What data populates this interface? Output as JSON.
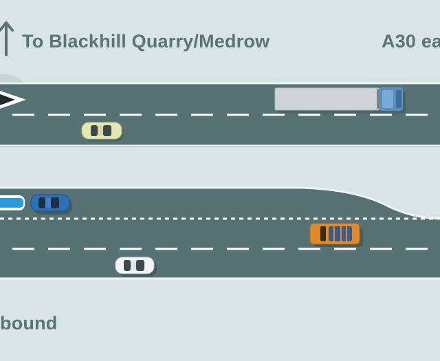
{
  "signs": {
    "north_label": "To Blackhill Quarry/Medrow",
    "east_label": "A30 ea",
    "bottom_label": "bound"
  },
  "icons": {
    "direction_arrow": "up-arrow-icon",
    "chevron": "chevron-left-icon"
  },
  "vehicles": [
    {
      "kind": "truck",
      "color": "#d0d4d6",
      "cab_color": "#5a8fc0",
      "heading": "east"
    },
    {
      "kind": "car",
      "color": "#e6e6b0",
      "heading": "east"
    },
    {
      "kind": "car",
      "color": "#2f6fb8",
      "heading": "east"
    },
    {
      "kind": "van",
      "color": "#e08a2a",
      "heading": "east"
    },
    {
      "kind": "car",
      "color": "#f2f4f6",
      "heading": "east"
    },
    {
      "kind": "car",
      "color": "#2a9ad8",
      "heading": "east"
    }
  ],
  "colors": {
    "background": "#d9e4e4",
    "road": "#577274",
    "road_edge": "#ffffff",
    "lane_marking": "#ffffff",
    "text": "#5a7478"
  }
}
